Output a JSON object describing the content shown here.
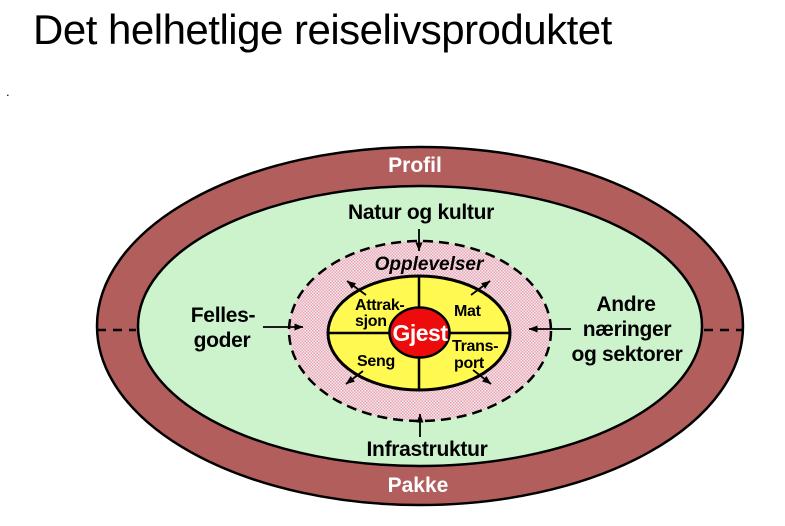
{
  "title": "Det helhetlige reiselivsproduktet",
  "stray_mark": ".",
  "colors": {
    "outer_ring": "#B25E5C",
    "outer_ring_label_text": "#FFFFFF",
    "green_zone": "#CDF3CD",
    "experience_pattern_pink": "#F59EC0",
    "experience_pattern_base": "#E7F0E1",
    "core_yellow": "#FFF951",
    "guest_red": "#EE0B0B",
    "line_black": "#000000"
  },
  "diagram": {
    "outer_ring": {
      "top_label": "Profil",
      "bottom_label": "Pakke"
    },
    "green_zone": {
      "top_label": "Natur og kultur",
      "bottom_label": "Infrastruktur",
      "left_label_line1": "Felles-",
      "left_label_line2": "goder",
      "right_label_line1": "Andre",
      "right_label_line2": "næringer",
      "right_label_line3": "og sektorer"
    },
    "experience_zone": {
      "label": "Opplevelser"
    },
    "core_quadrants": {
      "top_left_line1": "Attrak-",
      "top_left_line2": "sjon",
      "top_right": "Mat",
      "bottom_left": "Seng",
      "bottom_right_line1": "Trans-",
      "bottom_right_line2": "port"
    },
    "guest": {
      "label": "Gjest"
    }
  }
}
